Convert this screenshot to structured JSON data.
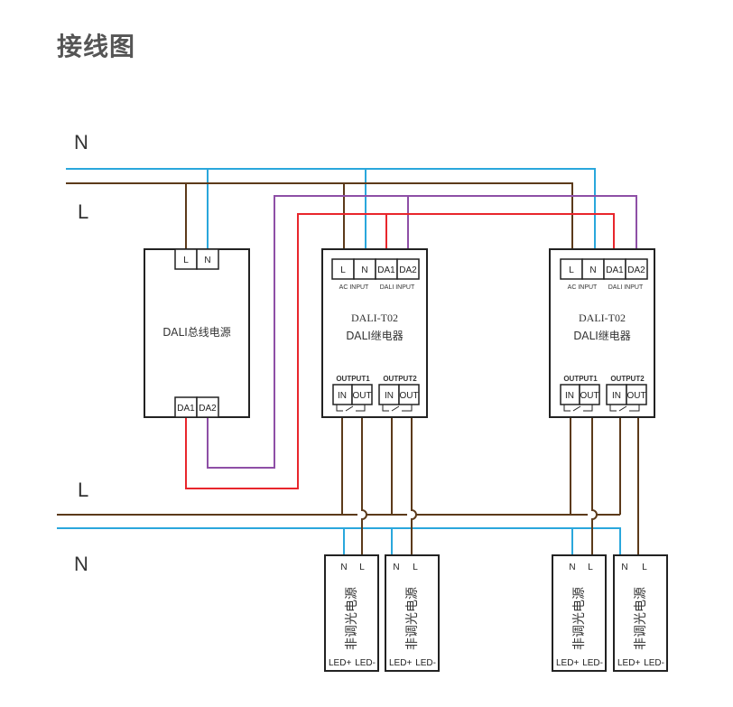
{
  "title": "接线图",
  "colors": {
    "neutral": "#2aa7dc",
    "live": "#5c3a1a",
    "da1": "#e8262c",
    "da2": "#8e4fa6",
    "outline": "#222222",
    "text": "#333333"
  },
  "bus_labels": {
    "top_n": "N",
    "top_l": "L",
    "bottom_l": "L",
    "bottom_n": "N"
  },
  "power_supply": {
    "name": "DALI总线电源",
    "input_terminals": [
      "L",
      "N"
    ],
    "output_terminals": [
      "DA1",
      "DA2"
    ]
  },
  "relays": [
    {
      "model": "DALI-T02",
      "name": "DALI继电器",
      "input_terminals": [
        "L",
        "N",
        "DA1",
        "DA2"
      ],
      "ac_input_label": "AC INPUT",
      "dali_input_label": "DALI INPUT",
      "outputs": [
        {
          "label": "OUTPUT1",
          "terminals": [
            "IN",
            "OUT"
          ]
        },
        {
          "label": "OUTPUT2",
          "terminals": [
            "IN",
            "OUT"
          ]
        }
      ]
    },
    {
      "model": "DALI-T02",
      "name": "DALI继电器",
      "input_terminals": [
        "L",
        "N",
        "DA1",
        "DA2"
      ],
      "ac_input_label": "AC INPUT",
      "dali_input_label": "DALI INPUT",
      "outputs": [
        {
          "label": "OUTPUT1",
          "terminals": [
            "IN",
            "OUT"
          ]
        },
        {
          "label": "OUTPUT2",
          "terminals": [
            "IN",
            "OUT"
          ]
        }
      ]
    }
  ],
  "drivers": [
    {
      "name": "非调光电源",
      "input_terminals": [
        "N",
        "L"
      ],
      "output_terminals": [
        "LED+",
        "LED-"
      ]
    },
    {
      "name": "非调光电源",
      "input_terminals": [
        "N",
        "L"
      ],
      "output_terminals": [
        "LED+",
        "LED-"
      ]
    },
    {
      "name": "非调光电源",
      "input_terminals": [
        "N",
        "L"
      ],
      "output_terminals": [
        "LED+",
        "LED-"
      ]
    },
    {
      "name": "非调光电源",
      "input_terminals": [
        "N",
        "L"
      ],
      "output_terminals": [
        "LED+",
        "LED-"
      ]
    }
  ]
}
